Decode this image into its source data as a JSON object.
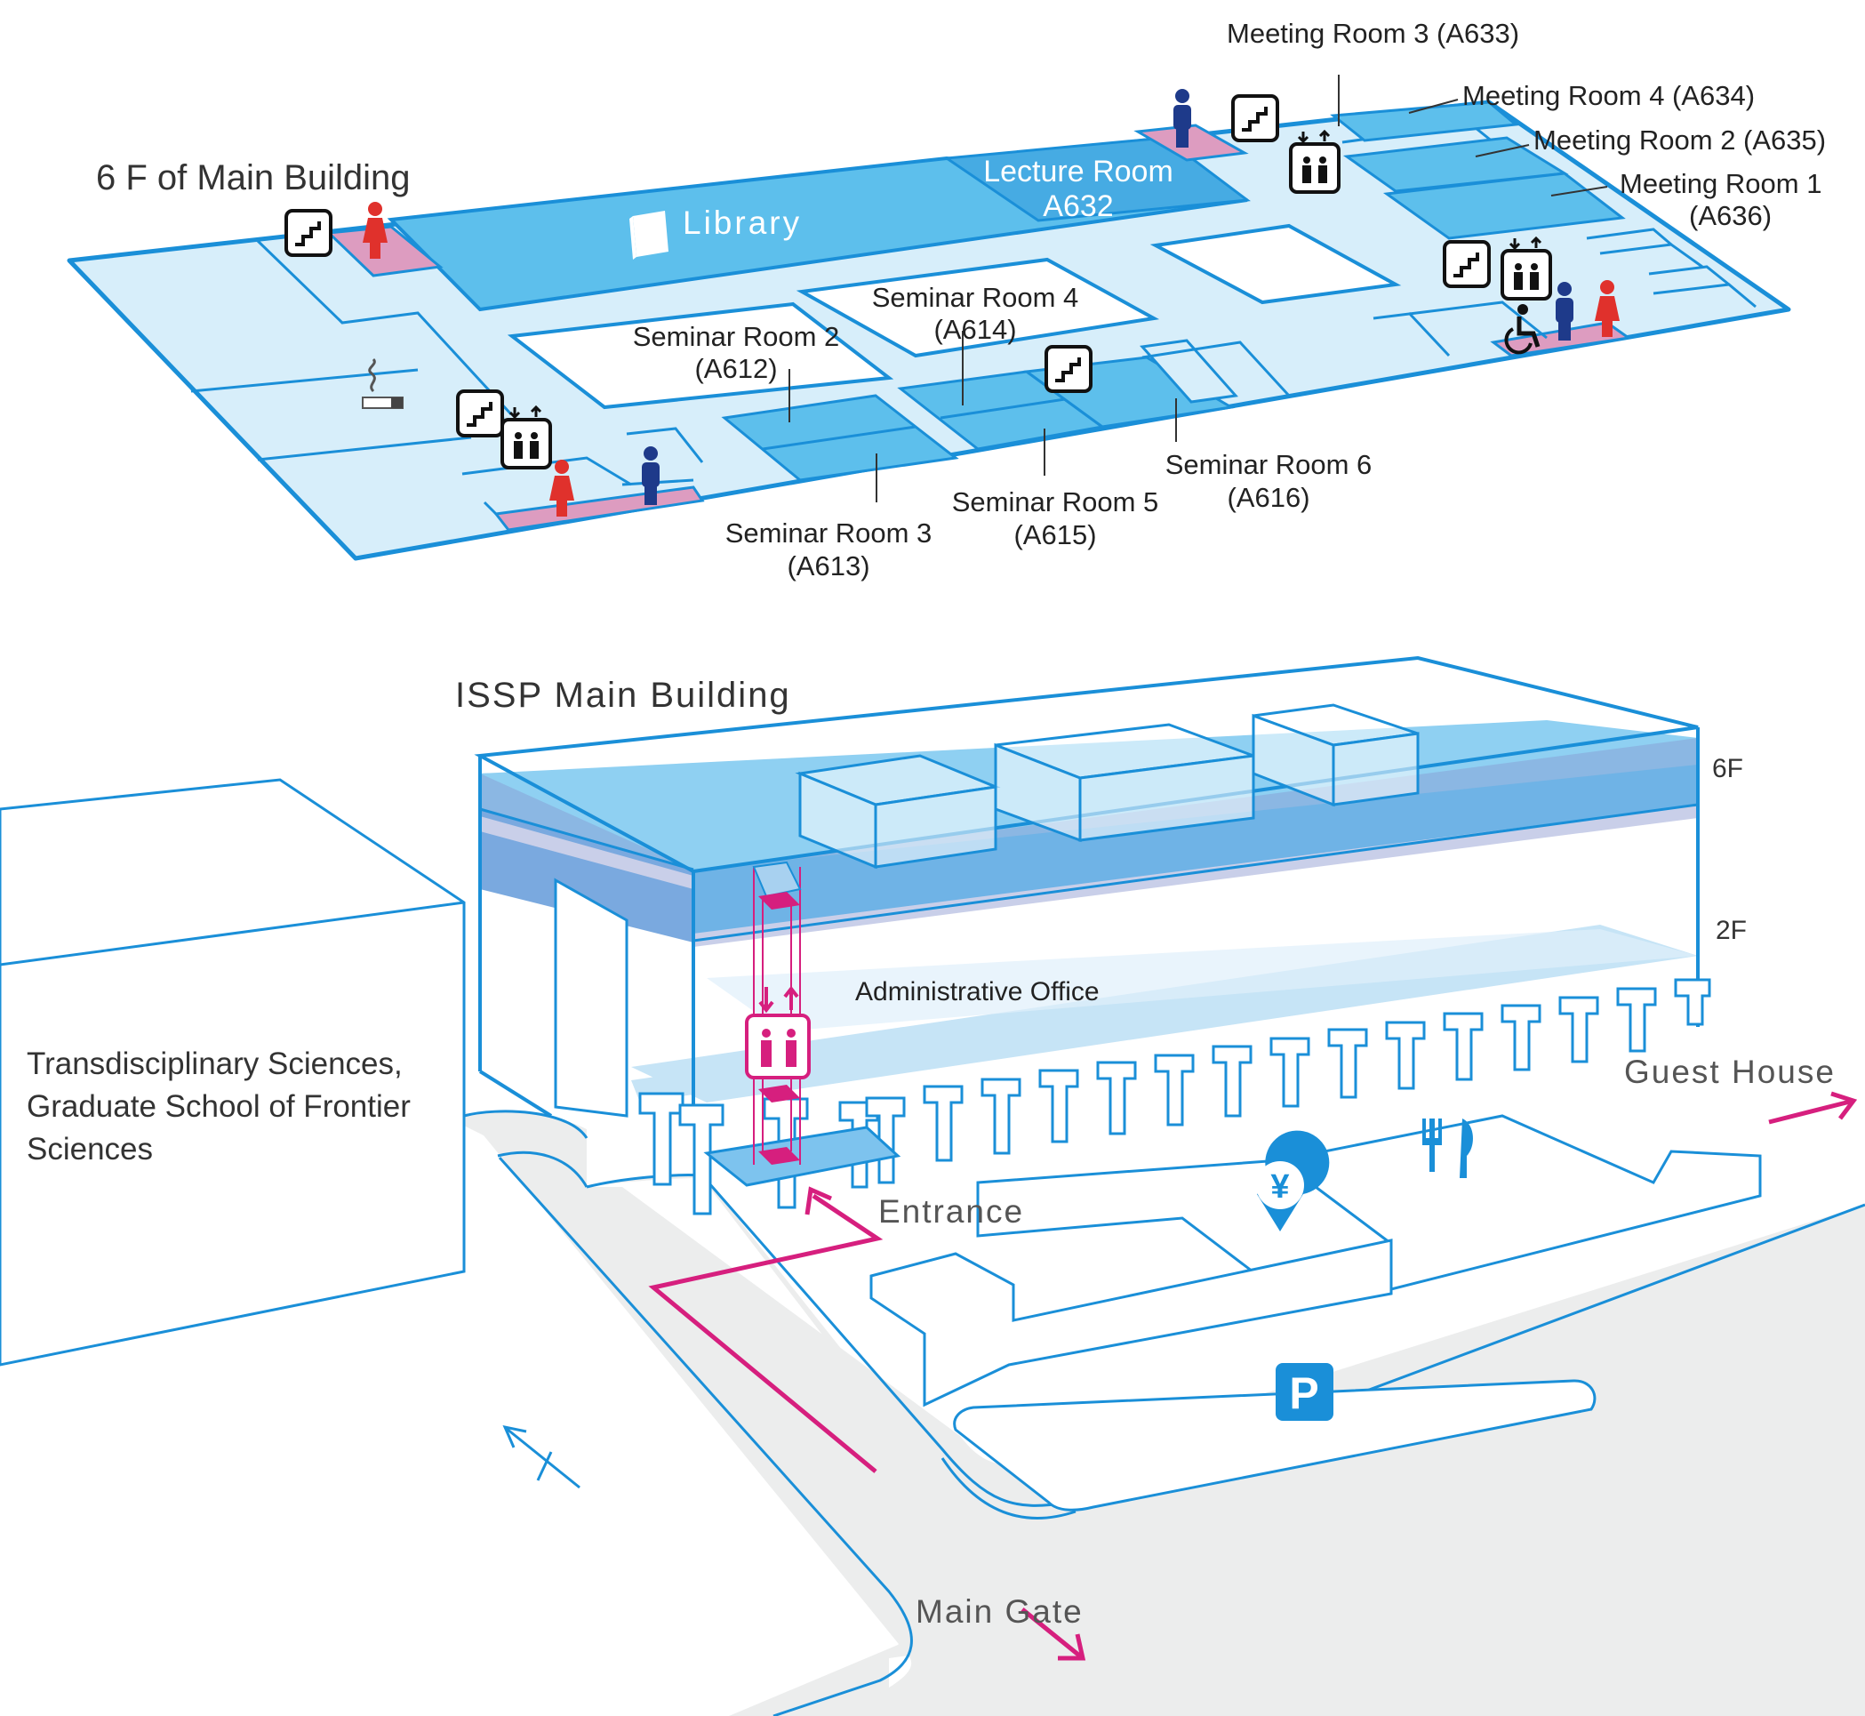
{
  "titles": {
    "floor_plan": "6 F of Main Building",
    "building": "ISSP Main Building"
  },
  "rooms": {
    "library": "Library",
    "lecture_room_line1": "Lecture Room",
    "lecture_room_line2": "A632",
    "meeting_room_3": "Meeting Room 3 (A633)",
    "meeting_room_4": "Meeting Room 4 (A634)",
    "meeting_room_2": "Meeting Room 2 (A635)",
    "meeting_room_1_line1": "Meeting Room 1",
    "meeting_room_1_line2": "(A636)",
    "seminar_room_2_line1": "Seminar Room 2",
    "seminar_room_2_line2": "(A612)",
    "seminar_room_4_line1": "Seminar Room 4",
    "seminar_room_4_line2": "(A614)",
    "seminar_room_3_line1": "Seminar Room 3",
    "seminar_room_3_line2": "(A613)",
    "seminar_room_5_line1": "Seminar Room 5",
    "seminar_room_5_line2": "(A615)",
    "seminar_room_6_line1": "Seminar Room 6",
    "seminar_room_6_line2": "(A616)"
  },
  "building": {
    "floor_6": "6F",
    "floor_2": "2F",
    "admin_office": "Administrative Office",
    "neighbor_line1": "Transdisciplinary Sciences,",
    "neighbor_line2": "Graduate School of Frontier",
    "neighbor_line3": "Sciences"
  },
  "navigation": {
    "entrance": "Entrance",
    "guest_house": "Guest House",
    "main_gate": "Main Gate"
  },
  "icons": {
    "parking": "P",
    "yen": "¥",
    "restaurant": "fork-knife-icon",
    "stairs": "stairs-icon",
    "elevator": "elevator-icon",
    "toilet_male": "male-toilet-icon",
    "toilet_female": "female-toilet-icon",
    "wheelchair": "wheelchair-icon",
    "smoking": "smoking-area-icon",
    "book": "book-icon",
    "north_arrow": "north-arrow-icon"
  },
  "colors": {
    "line_blue": "#1a8fd8",
    "floor_light": "#d7eefa",
    "room_blue": "#5dbfec",
    "deep_blue": "#46abe3",
    "toilet_pink": "#dd9cc0",
    "accent_magenta": "#d61f7e",
    "male_blue": "#1e3a8a",
    "female_red": "#e0312c",
    "road_gray": "#eceded"
  }
}
